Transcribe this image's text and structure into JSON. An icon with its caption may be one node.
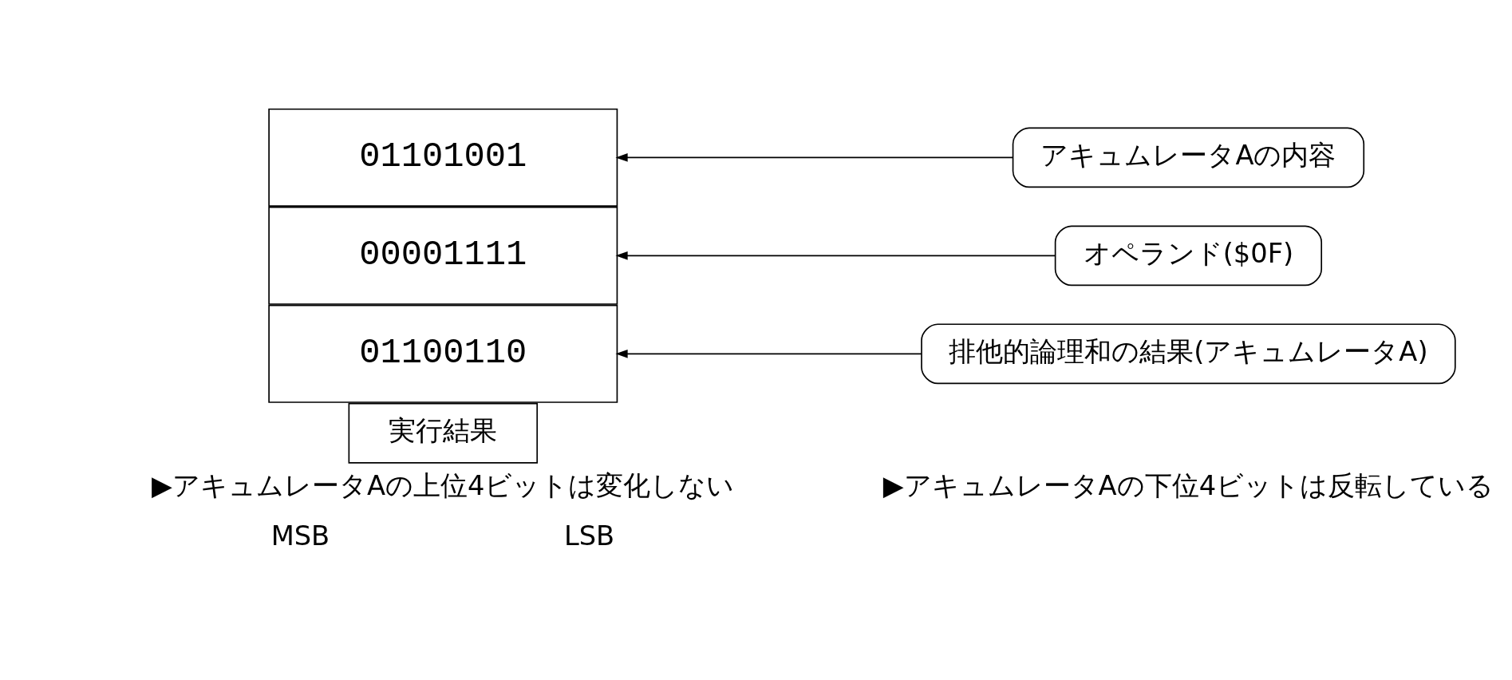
{
  "diagram": {
    "nodes": [
      {
        "text": [
          "01101001"
        ]
      },
      {
        "text": [
          "00001111"
        ]
      },
      {
        "text": [
          "01100110"
        ]
      },
      {
        "text": [
          "アキュムレータAの内容"
        ]
      },
      {
        "text": [
          "オペランド($0F)"
        ]
      },
      {
        "text": [
          "排他的論理和の結果(アキュムレータA)"
        ]
      },
      {
        "text": [
          "実行結果"
        ]
      }
    ],
    "edges": [
      {
        "from": 3,
        "to": 0,
        "arrow": "to"
      },
      {
        "from": 4,
        "to": 1,
        "arrow": "to"
      },
      {
        "from": 5,
        "to": 2,
        "arrow": "to"
      }
    ],
    "labels": [
      "MSB",
      "LSB",
      "▶アキュムレータAの上位4ビットは変化しない",
      "▶アキュムレータAの下位4ビットは反転している"
    ]
  }
}
